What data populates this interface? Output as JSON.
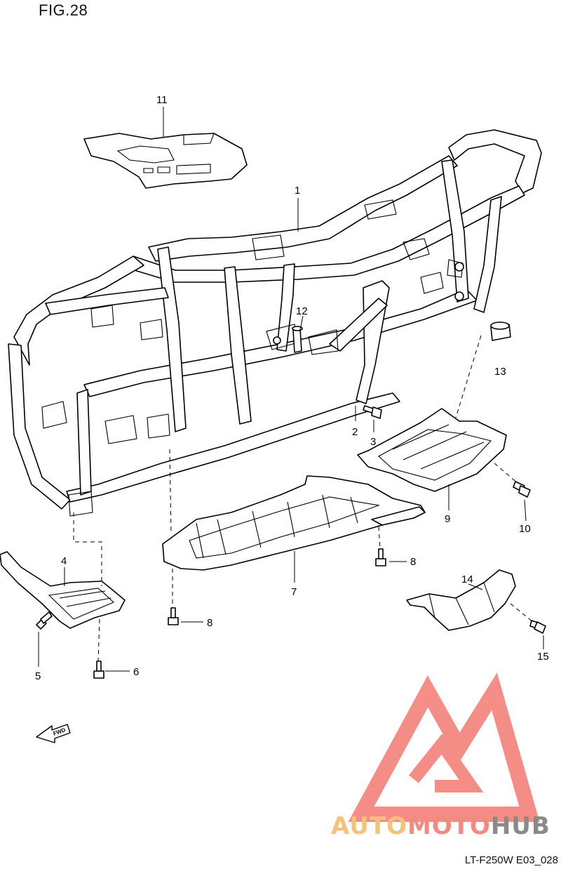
{
  "figure": {
    "title": "FIG.28",
    "code": "LT-F250W E03_028"
  },
  "callouts": [
    {
      "id": "c1",
      "label": "1"
    },
    {
      "id": "c2",
      "label": "2"
    },
    {
      "id": "c3",
      "label": "3"
    },
    {
      "id": "c4",
      "label": "4"
    },
    {
      "id": "c5",
      "label": "5"
    },
    {
      "id": "c6",
      "label": "6"
    },
    {
      "id": "c7",
      "label": "7"
    },
    {
      "id": "c8a",
      "label": "8"
    },
    {
      "id": "c8b",
      "label": "8"
    },
    {
      "id": "c9",
      "label": "9"
    },
    {
      "id": "c10",
      "label": "10"
    },
    {
      "id": "c11",
      "label": "11"
    },
    {
      "id": "c12",
      "label": "12"
    },
    {
      "id": "c13",
      "label": "13"
    },
    {
      "id": "c14",
      "label": "14"
    },
    {
      "id": "c15",
      "label": "15"
    }
  ],
  "fwd_icon": {
    "label": "FWD",
    "icon": "forward-arrow-icon"
  },
  "watermark": {
    "parts": [
      {
        "text": "AUTO",
        "color": "#f6c27a"
      },
      {
        "text": "MOTO",
        "color": "#f28a82"
      },
      {
        "text": "HUB",
        "color": "#8a8a8a"
      }
    ],
    "logo_color": "#f37a72"
  }
}
